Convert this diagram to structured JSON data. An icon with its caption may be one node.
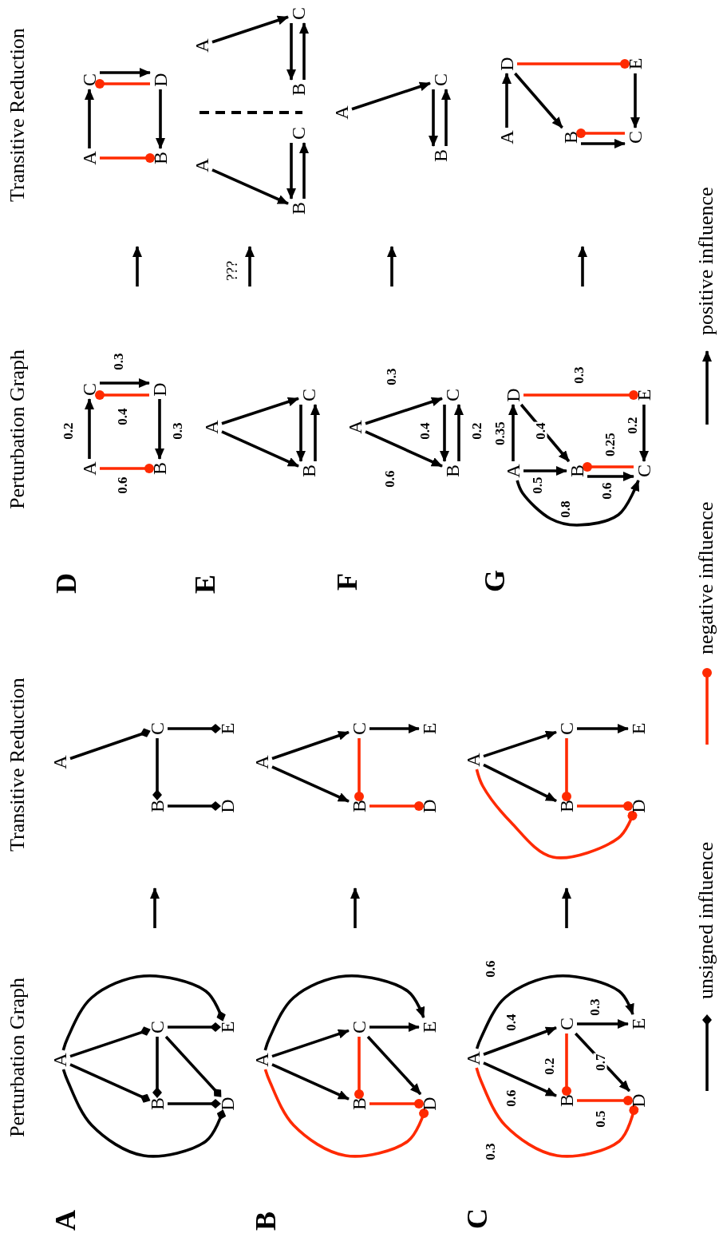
{
  "diagram": {
    "nodes": [
      {
        "text": [
          "A"
        ]
      },
      {
        "text": [
          "B"
        ]
      },
      {
        "text": [
          "C"
        ]
      },
      {
        "text": [
          "D"
        ]
      },
      {
        "text": [
          "E"
        ]
      },
      {
        "text": [
          "A"
        ]
      },
      {
        "text": [
          "B"
        ]
      },
      {
        "text": [
          "C"
        ]
      },
      {
        "text": [
          "D"
        ]
      },
      {
        "text": [
          "E"
        ]
      },
      {
        "text": [
          "A"
        ]
      },
      {
        "text": [
          "C"
        ]
      },
      {
        "text": [
          "B"
        ]
      },
      {
        "text": [
          "D"
        ]
      },
      {
        "text": [
          "A"
        ]
      },
      {
        "text": [
          "C"
        ]
      },
      {
        "text": [
          "B"
        ]
      },
      {
        "text": [
          "D"
        ]
      },
      {
        "text": [
          "A"
        ]
      },
      {
        "text": [
          "B"
        ]
      },
      {
        "text": [
          "C"
        ]
      },
      {
        "text": [
          "D"
        ]
      },
      {
        "text": [
          "E"
        ]
      },
      {
        "text": [
          "A"
        ]
      },
      {
        "text": [
          "B"
        ]
      },
      {
        "text": [
          "C"
        ]
      },
      {
        "text": [
          "D"
        ]
      },
      {
        "text": [
          "E"
        ]
      },
      {
        "text": [
          "A"
        ]
      },
      {
        "text": [
          "B"
        ]
      },
      {
        "text": [
          "C"
        ]
      },
      {
        "text": [
          "A"
        ]
      },
      {
        "text": [
          "B"
        ]
      },
      {
        "text": [
          "C"
        ]
      },
      {
        "text": [
          "A"
        ]
      },
      {
        "text": [
          "B"
        ]
      },
      {
        "text": [
          "C"
        ]
      },
      {
        "text": [
          "A"
        ]
      },
      {
        "text": [
          "B"
        ]
      },
      {
        "text": [
          "C"
        ]
      },
      {
        "text": [
          "A"
        ]
      },
      {
        "text": [
          "B"
        ]
      },
      {
        "text": [
          "C"
        ]
      },
      {
        "text": [
          "A"
        ]
      },
      {
        "text": [
          "B"
        ]
      },
      {
        "text": [
          "C"
        ]
      },
      {
        "text": [
          "D"
        ]
      },
      {
        "text": [
          "E"
        ]
      },
      {
        "text": [
          "A"
        ]
      },
      {
        "text": [
          "B"
        ]
      },
      {
        "text": [
          "C"
        ]
      },
      {
        "text": [
          "D"
        ]
      },
      {
        "text": [
          "E"
        ]
      },
      {
        "text": [
          "A"
        ]
      },
      {
        "text": [
          "D"
        ]
      },
      {
        "text": [
          "B"
        ]
      },
      {
        "text": [
          "C"
        ]
      },
      {
        "text": [
          "E"
        ]
      },
      {
        "text": [
          "A"
        ]
      },
      {
        "text": [
          "D"
        ]
      },
      {
        "text": [
          "B"
        ]
      },
      {
        "text": [
          "C"
        ]
      },
      {
        "text": [
          "E"
        ]
      }
    ],
    "edges": [
      {
        "from": 0,
        "to": 1,
        "arrow": "other"
      },
      {
        "from": 0,
        "to": 2,
        "arrow": "other"
      },
      {
        "from": 2,
        "to": 1,
        "arrow": "other"
      },
      {
        "from": 1,
        "to": 3,
        "arrow": "other"
      },
      {
        "from": 2,
        "to": 4,
        "arrow": "other"
      },
      {
        "from": 2,
        "to": 3,
        "arrow": "other"
      },
      {
        "from": 0,
        "to": 4,
        "arrow": "other"
      },
      {
        "from": 0,
        "to": 3,
        "arrow": "other"
      },
      {
        "from": 5,
        "to": 7,
        "arrow": "other"
      },
      {
        "from": 7,
        "to": 6,
        "arrow": "other"
      },
      {
        "from": 7,
        "to": 9,
        "arrow": "other"
      },
      {
        "from": 6,
        "to": 8,
        "arrow": "other"
      },
      {
        "from": 10,
        "to": 11,
        "arrow": "to",
        "label": "0.2"
      },
      {
        "from": 10,
        "to": 12,
        "arrow": "other",
        "label": "0.6",
        "color": "#ff2a00"
      },
      {
        "from": 13,
        "to": 11,
        "arrow": "other",
        "label": "0.4",
        "color": "#ff2a00"
      },
      {
        "from": 11,
        "to": 13,
        "arrow": "to",
        "label": "0.3"
      },
      {
        "from": 13,
        "to": 12,
        "arrow": "to",
        "label": "0.3"
      },
      {
        "from": 14,
        "to": 15,
        "arrow": "to"
      },
      {
        "from": 14,
        "to": 16,
        "arrow": "other",
        "color": "#ff2a00"
      },
      {
        "from": 17,
        "to": 15,
        "arrow": "other",
        "color": "#ff2a00"
      },
      {
        "from": 15,
        "to": 17,
        "arrow": "to"
      },
      {
        "from": 17,
        "to": 16,
        "arrow": "to"
      },
      {
        "from": 18,
        "to": 19,
        "arrow": "to"
      },
      {
        "from": 18,
        "to": 20,
        "arrow": "to"
      },
      {
        "from": 20,
        "to": 19,
        "arrow": "other",
        "color": "#ff2a00"
      },
      {
        "from": 19,
        "to": 21,
        "arrow": "other",
        "color": "#ff2a00"
      },
      {
        "from": 20,
        "to": 22,
        "arrow": "to"
      },
      {
        "from": 20,
        "to": 21,
        "arrow": "to"
      },
      {
        "from": 18,
        "to": 22,
        "arrow": "to"
      },
      {
        "from": 18,
        "to": 21,
        "arrow": "other",
        "color": "#ff2a00"
      },
      {
        "from": 23,
        "to": 24,
        "arrow": "to"
      },
      {
        "from": 23,
        "to": 25,
        "arrow": "to"
      },
      {
        "from": 25,
        "to": 24,
        "arrow": "other",
        "color": "#ff2a00"
      },
      {
        "from": 24,
        "to": 26,
        "arrow": "other",
        "color": "#ff2a00"
      },
      {
        "from": 25,
        "to": 27,
        "arrow": "to"
      },
      {
        "from": 28,
        "to": 29,
        "arrow": "to"
      },
      {
        "from": 28,
        "to": 30,
        "arrow": "to"
      },
      {
        "from": 30,
        "to": 29,
        "arrow": "to"
      },
      {
        "from": 29,
        "to": 30,
        "arrow": "to"
      },
      {
        "from": 31,
        "to": 32,
        "arrow": "to"
      },
      {
        "from": 33,
        "to": 32,
        "arrow": "to"
      },
      {
        "from": 32,
        "to": 33,
        "arrow": "to"
      },
      {
        "from": 34,
        "to": 36,
        "arrow": "to"
      },
      {
        "from": 36,
        "to": 35,
        "arrow": "to"
      },
      {
        "from": 35,
        "to": 36,
        "arrow": "to"
      },
      {
        "from": 37,
        "to": 38,
        "arrow": "to",
        "label": "0.6"
      },
      {
        "from": 37,
        "to": 39,
        "arrow": "to",
        "label": "0.3"
      },
      {
        "from": 39,
        "to": 38,
        "arrow": "to",
        "label": "0.4"
      },
      {
        "from": 38,
        "to": 39,
        "arrow": "to",
        "label": "0.2"
      },
      {
        "from": 40,
        "to": 42,
        "arrow": "to"
      },
      {
        "from": 42,
        "to": 41,
        "arrow": "to"
      },
      {
        "from": 41,
        "to": 42,
        "arrow": "to"
      },
      {
        "from": 43,
        "to": 44,
        "arrow": "to",
        "label": "0.6"
      },
      {
        "from": 43,
        "to": 45,
        "arrow": "to",
        "label": "0.4"
      },
      {
        "from": 45,
        "to": 44,
        "arrow": "other",
        "label": "0.2",
        "color": "#ff2a00"
      },
      {
        "from": 44,
        "to": 46,
        "arrow": "other",
        "label": "0.5",
        "color": "#ff2a00"
      },
      {
        "from": 45,
        "to": 47,
        "arrow": "to",
        "label": "0.3"
      },
      {
        "from": 45,
        "to": 46,
        "arrow": "to",
        "label": "0.7"
      },
      {
        "from": 43,
        "to": 47,
        "arrow": "to",
        "label": "0.6"
      },
      {
        "from": 43,
        "to": 46,
        "arrow": "other",
        "label": "0.3",
        "color": "#ff2a00"
      },
      {
        "from": 48,
        "to": 49,
        "arrow": "to"
      },
      {
        "from": 48,
        "to": 50,
        "arrow": "to"
      },
      {
        "from": 50,
        "to": 49,
        "arrow": "other",
        "color": "#ff2a00"
      },
      {
        "from": 49,
        "to": 51,
        "arrow": "other",
        "color": "#ff2a00"
      },
      {
        "from": 50,
        "to": 52,
        "arrow": "to"
      },
      {
        "from": 48,
        "to": 51,
        "arrow": "other",
        "color": "#ff2a00"
      },
      {
        "from": 53,
        "to": 54,
        "arrow": "to",
        "label": "0.35"
      },
      {
        "from": 53,
        "to": 55,
        "arrow": "to",
        "label": "0.5"
      },
      {
        "from": 54,
        "to": 55,
        "arrow": "to",
        "label": "0.4"
      },
      {
        "from": 55,
        "to": 56,
        "arrow": "to",
        "label": "0.6"
      },
      {
        "from": 56,
        "to": 55,
        "arrow": "other",
        "label": "0.25",
        "color": "#ff2a00"
      },
      {
        "from": 54,
        "to": 57,
        "arrow": "other",
        "label": "0.3",
        "color": "#ff2a00"
      },
      {
        "from": 57,
        "to": 56,
        "arrow": "to",
        "label": "0.2"
      },
      {
        "from": 53,
        "to": 56,
        "arrow": "to",
        "label": "0.8"
      },
      {
        "from": 58,
        "to": 59,
        "arrow": "to"
      },
      {
        "from": 59,
        "to": 60,
        "arrow": "to"
      },
      {
        "from": 59,
        "to": 62,
        "arrow": "other",
        "color": "#ff2a00"
      },
      {
        "from": 61,
        "to": 60,
        "arrow": "other",
        "color": "#ff2a00"
      },
      {
        "from": 60,
        "to": 61,
        "arrow": "to"
      },
      {
        "from": 62,
        "to": 61,
        "arrow": "to"
      }
    ],
    "labels": [
      "Perturbation Graph",
      "Transitive Reduction",
      "Perturbation Graph",
      "Transitive Reduction",
      "A",
      "B",
      "C",
      "D",
      "E",
      "F",
      "G",
      "???"
    ],
    "legend": [
      {
        "text": "unsigned influence"
      },
      {
        "text": "negative influence"
      },
      {
        "text": "positive influence"
      }
    ]
  }
}
